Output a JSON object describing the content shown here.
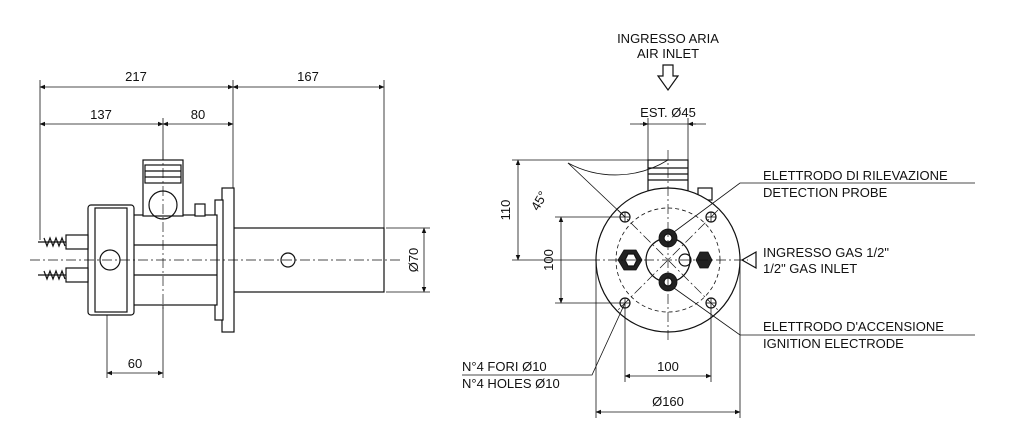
{
  "side_view": {
    "dim_total_length": "217",
    "dim_tube_length": "167",
    "dim_body": "137",
    "dim_offset": "80",
    "dim_bottom": "60",
    "dim_tube_diameter": "Ø70"
  },
  "front_view": {
    "air_inlet_it": "INGRESSO ARIA",
    "air_inlet_en": "AIR INLET",
    "dim_air_ext": "EST. Ø45",
    "dim_height": "110",
    "dim_angle": "45°",
    "dim_hole_vertical": "100",
    "dim_hole_horizontal": "100",
    "dim_flange": "Ø160",
    "detection_probe_it": "ELETTRODO DI RILEVAZIONE",
    "detection_probe_en": "DETECTION PROBE",
    "gas_inlet_it": "INGRESSO GAS 1/2\"",
    "gas_inlet_en": "1/2\" GAS INLET",
    "ignition_electrode_it": "ELETTRODO D'ACCENSIONE",
    "ignition_electrode_en": "IGNITION ELECTRODE",
    "holes_it": "N°4 FORI Ø10",
    "holes_en": "N°4 HOLES Ø10"
  }
}
